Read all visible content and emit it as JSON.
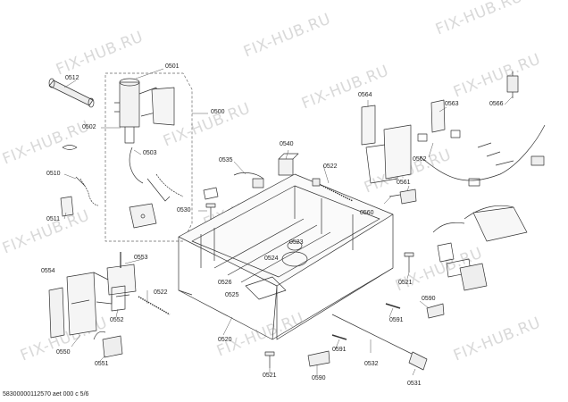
{
  "watermark": "FIX-HUB.RU",
  "footer": "58300000112570 aet 000 c 5/6",
  "parts": {
    "p0501": "0501",
    "p0512": "0512",
    "p0500": "0500",
    "p0502": "0502",
    "p0503": "0503",
    "p0510": "0510",
    "p0511": "0511",
    "p0530": "0530",
    "p0535": "0535",
    "p0540": "0540",
    "p0522a": "0522",
    "p0523": "0523",
    "p0524": "0524",
    "p0526": "0526",
    "p0525": "0525",
    "p0520": "0520",
    "p0554": "0554",
    "p0553": "0553",
    "p0522b": "0522",
    "p0552": "0552",
    "p0550": "0550",
    "p0551": "0551",
    "p0564": "0564",
    "p0563": "0563",
    "p0566": "0566",
    "p0562": "0562",
    "p0561": "0561",
    "p0560": "0560",
    "p0521a": "0521",
    "p0590a": "0590",
    "p0591a": "0591",
    "p0591b": "0591",
    "p0532": "0532",
    "p0521b": "0521",
    "p0590b": "0590",
    "p0531": "0531"
  }
}
